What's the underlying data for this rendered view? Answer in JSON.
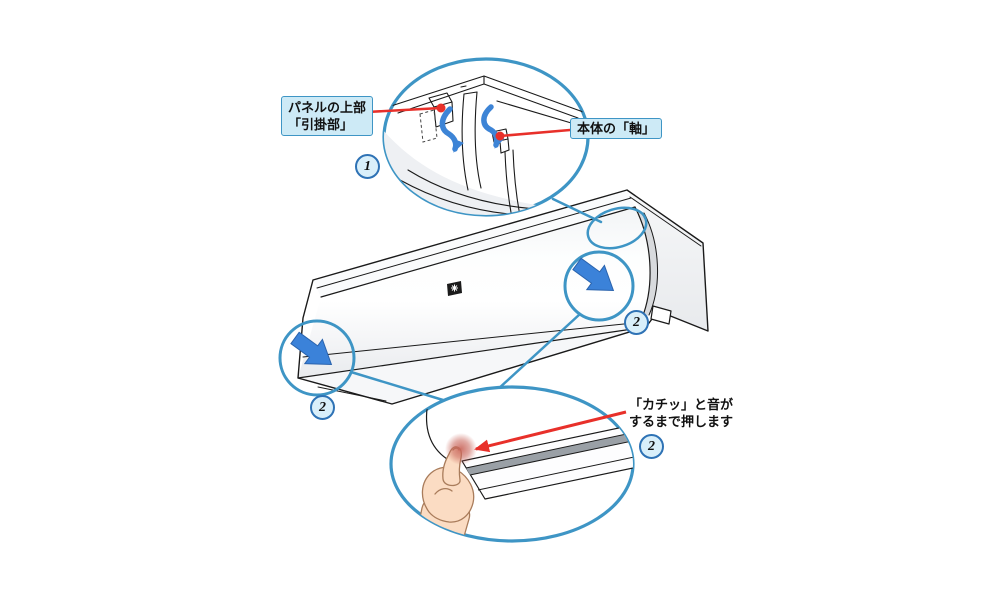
{
  "figure": {
    "subject": "air-conditioner-panel-attachment",
    "callouts": {
      "panel_hook": {
        "line1": "パネルの上部",
        "line2": "「引掛部」"
      },
      "body_shaft": {
        "text": "本体の「軸」"
      }
    },
    "instruction": {
      "line1": "「カチッ」と音が",
      "line2": "するまで押します"
    },
    "steps": {
      "one": "1",
      "two": "2"
    }
  },
  "icons": {
    "hook_motion_arrow": "curved-blue-arrow-down",
    "press_direction_arrow": "thick-blue-arrow-down-right",
    "press_point_arrow": "red-arrow-left",
    "brand_logo": "plasmacluster-mark"
  },
  "colors": {
    "annotation_blue": "#3E95C5",
    "badge_border_blue": "#2E72B5",
    "badge_fill": "#D9EFFA",
    "callout_fill": "#CDEAF6",
    "arrow_blue": "#3B82D9",
    "curved_arrow_blue": "#3D84D6",
    "leader_red": "#E8302A",
    "press_glow_red": "#C9655A",
    "hand_skin": "#FBDCC3",
    "line_black": "#1A1A1A",
    "shade_gray": "#D8DADD"
  }
}
